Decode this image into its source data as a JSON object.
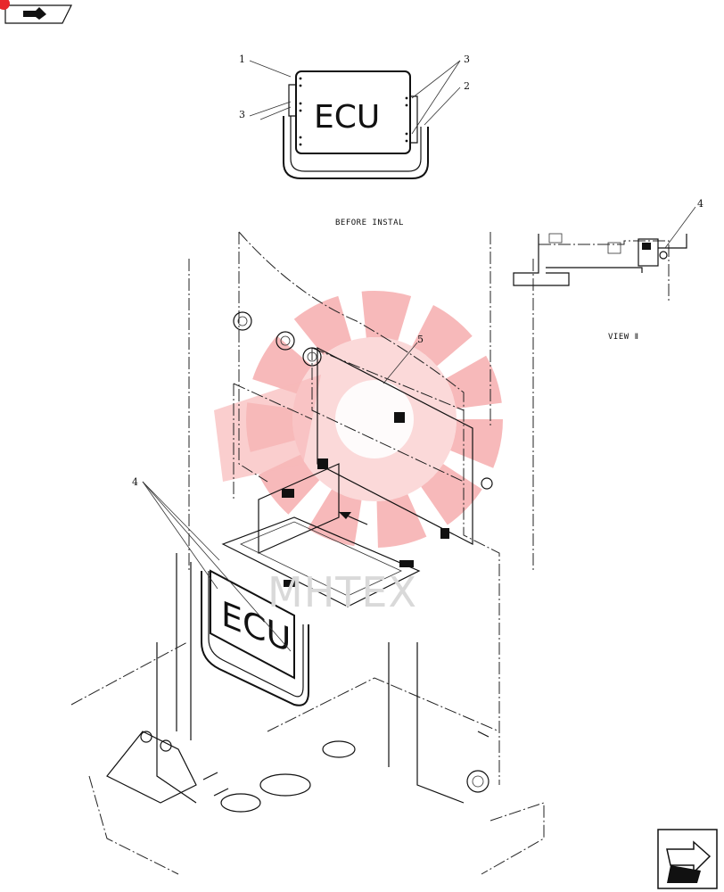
{
  "diagram": {
    "detail_top": {
      "caption": "BEFORE INSTAL",
      "ecu_label": "ECU",
      "callouts": [
        "1",
        "2",
        "3",
        "3"
      ]
    },
    "detail_view": {
      "caption": "VIEW Ⅱ",
      "callout": "4"
    },
    "main_view": {
      "ecu_label": "ECU",
      "callouts": [
        "4",
        "5"
      ]
    },
    "watermark_text": "MHTEX",
    "watermark_color": "#e8282b",
    "nav": {
      "top_left_icon": "back-arrow-icon",
      "bottom_right_icon": "next-page-arrow-icon"
    }
  }
}
